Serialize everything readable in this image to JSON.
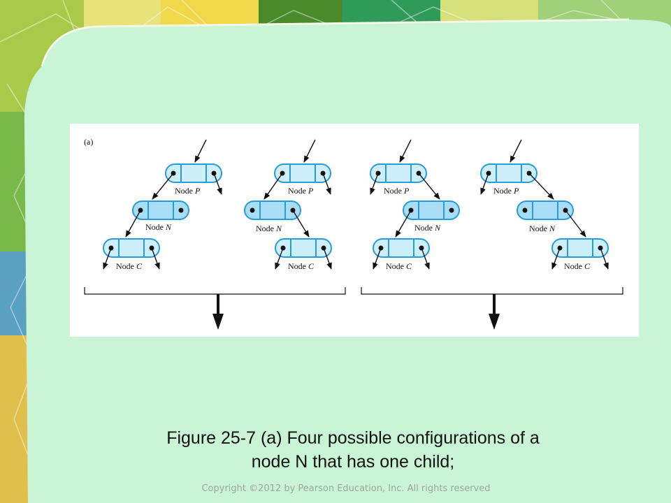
{
  "figure": {
    "panel_label": "(a)",
    "node_word": "Node",
    "node_names": {
      "p": "P",
      "n": "N",
      "c": "C"
    }
  },
  "caption": {
    "line1": "Figure 25-7 (a) Four possible configurations of a",
    "line2": "node N that has one child;"
  },
  "footer": {
    "copyright": "Copyright ©2012 by Pearson Education, Inc. All rights reserved"
  },
  "colors": {
    "slide_background": "#c9f5d6",
    "node_fill": "#cdeefb",
    "node_fill_dark": "#a9dcf5",
    "node_stroke": "#2a9bd6"
  }
}
